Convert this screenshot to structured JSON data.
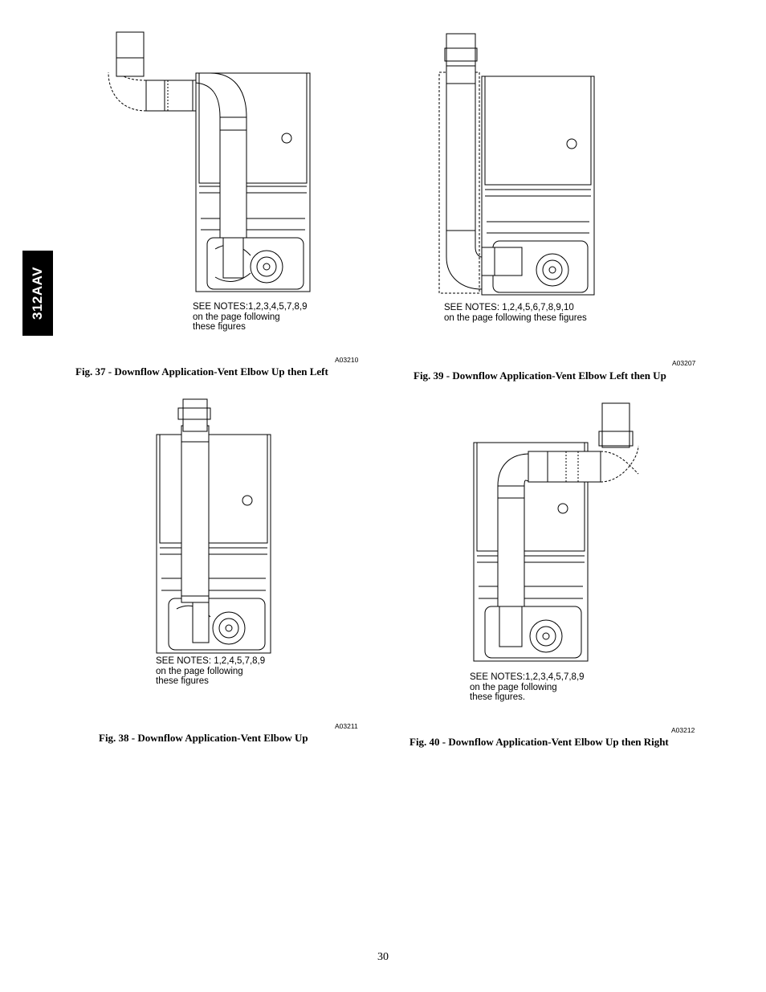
{
  "side_tab": "312AAV",
  "figures": [
    {
      "note": "SEE NOTES:1,2,3,4,5,7,8,9\non the page following\nthese figures",
      "code": "A03210",
      "caption": "Fig. 37 - Downflow Application-Vent Elbow Up then Left"
    },
    {
      "note": "SEE NOTES: 1,2,4,5,6,7,8,9,10\non the page following these figures",
      "code": "A03207",
      "caption": "Fig. 39 - Downflow Application-Vent Elbow Left then Up"
    },
    {
      "note": "SEE NOTES: 1,2,4,5,7,8,9\non the page following\nthese figures",
      "code": "A03211",
      "caption": "Fig. 38 - Downflow Application-Vent Elbow Up"
    },
    {
      "note": "SEE NOTES:1,2,3,4,5,7,8,9\non the page following\nthese figures.",
      "code": "A03212",
      "caption": "Fig. 40 - Downflow Application-Vent Elbow Up then Right"
    }
  ],
  "page_number": "30"
}
